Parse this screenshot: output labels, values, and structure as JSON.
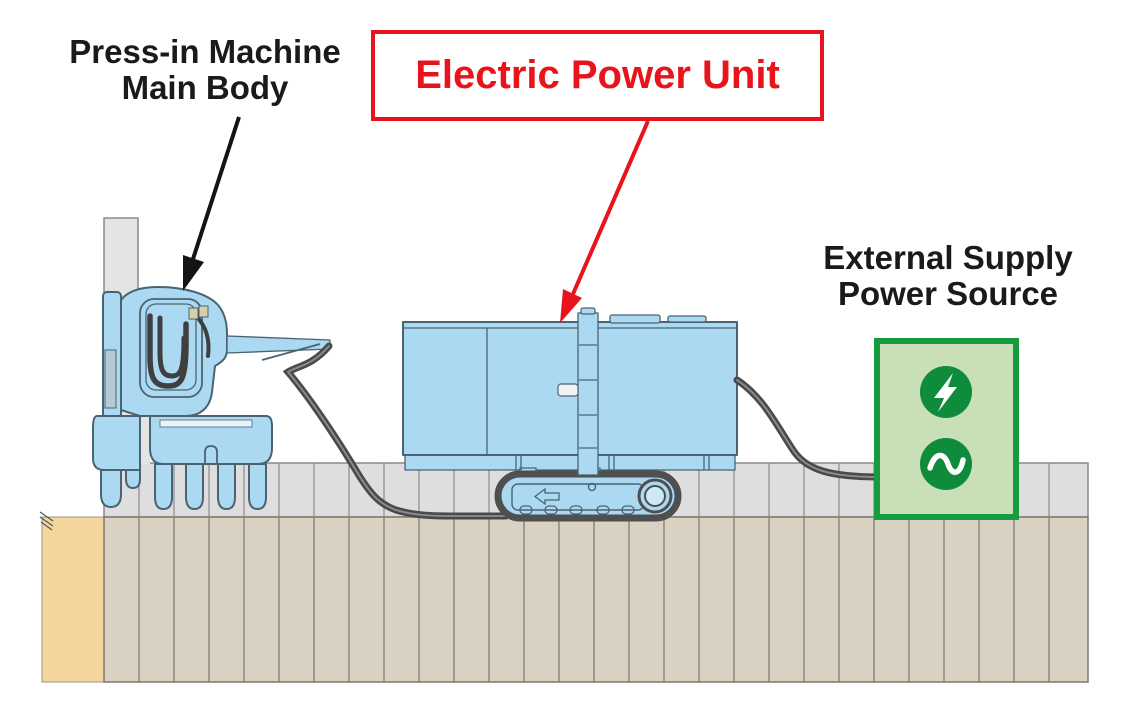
{
  "labels": {
    "press_in_machine": {
      "line1": "Press-in Machine",
      "line2": "Main Body"
    },
    "electric_power_unit": {
      "text": "Electric Power Unit"
    },
    "external_supply": {
      "line1": "External Supply",
      "line2": "Power Source"
    }
  },
  "icons": {
    "lightning": "lightning-bolt-icon",
    "ac_wave": "ac-sine-wave-icon"
  },
  "colors": {
    "label_text": "#1a1a1a",
    "highlight_red": "#e8131b",
    "machine_fill": "#abd9f2",
    "machine_fill_light": "#cfe8f5",
    "machine_outline": "#4a6373",
    "cable": "#4a4a4a",
    "cable_core": "#8e8e8e",
    "track_outline": "#4f4f4f",
    "green_border": "#169c3e",
    "green_fill": "#c9dfb8",
    "green_circle": "#0e8b3b",
    "pile_fill": "#e4e4e4",
    "ground_gray": "#dedede",
    "ground_gray_line": "#8a8a8a",
    "ground_tan": "#d9d1c2",
    "ground_tan_line": "#7c786f",
    "soil_orange": "#f4d69d"
  }
}
